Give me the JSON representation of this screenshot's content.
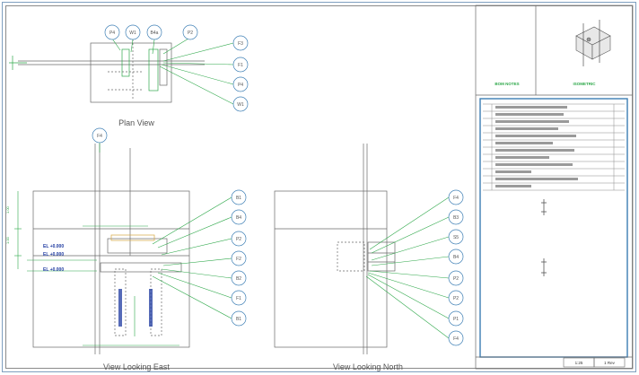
{
  "views": {
    "plan": {
      "caption": "Plan View"
    },
    "east": {
      "caption": "View Looking East"
    },
    "north": {
      "caption": "View Looking North"
    }
  },
  "plan_balloons": [
    {
      "label": "P4"
    },
    {
      "label": "W1"
    },
    {
      "label": "B4a"
    },
    {
      "label": "P2"
    }
  ],
  "plan_callouts": [
    {
      "label": "F3"
    },
    {
      "label": "F1"
    },
    {
      "label": "P4"
    },
    {
      "label": "W1"
    }
  ],
  "east_top_balloon": {
    "label": "F4"
  },
  "east_callouts": [
    {
      "label": "B1"
    },
    {
      "label": "B4"
    },
    {
      "label": "P2"
    },
    {
      "label": "F2"
    },
    {
      "label": "B2"
    },
    {
      "label": "F1"
    },
    {
      "label": "B1"
    }
  ],
  "north_callouts": [
    {
      "label": "F4"
    },
    {
      "label": "B3"
    },
    {
      "label": "S5"
    },
    {
      "label": "B4"
    },
    {
      "label": "P2"
    },
    {
      "label": "P2"
    },
    {
      "label": "P1"
    },
    {
      "label": "F4"
    }
  ],
  "east_dims": {
    "elev1": "EL +0.000",
    "elev2": "EL +0.000",
    "elev3": "EL +0.000",
    "vert1": "1.00",
    "vert2": "1.00"
  },
  "title_block": {
    "top_left_label": "BOM NOTES",
    "top_right_label": "ISOMETRIC",
    "scale_value": "1:25",
    "rev_value": "1 Rev"
  },
  "colors": {
    "line": "#6a6a6a",
    "callout": "#2ea84a",
    "balloon": "#3c7eb4",
    "dimension": "#1e3aa0",
    "frame": "#7f9fbf"
  }
}
